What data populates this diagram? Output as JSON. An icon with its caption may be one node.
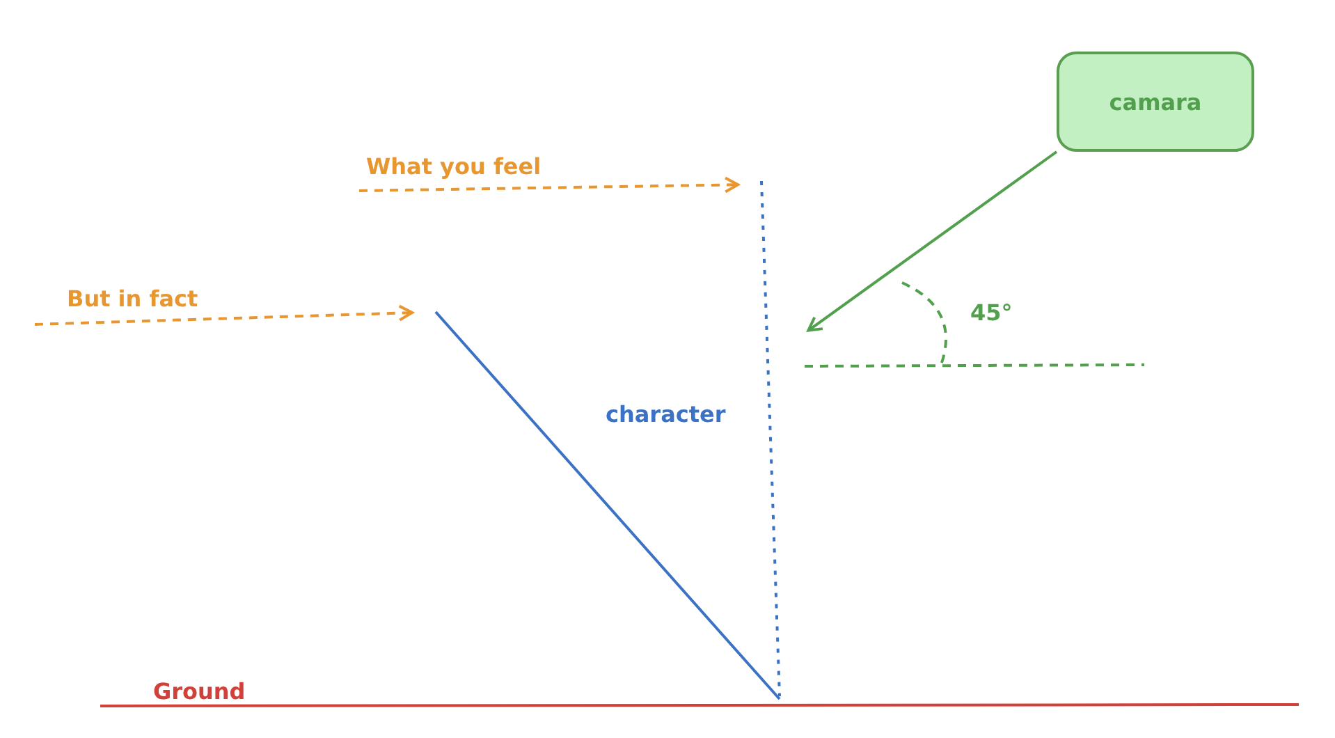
{
  "diagram": {
    "nodes": [
      {
        "text": [
          "camara"
        ]
      },
      {
        "text": [],
        "shape": "line"
      },
      {
        "text": [],
        "shape": "line"
      }
    ],
    "edges": [
      {
        "from": 0,
        "to": 1,
        "arrow": "to",
        "color": "#52a04e"
      },
      {
        "from": null,
        "to": 1,
        "arrow": "to",
        "style": "dashed",
        "label": "What you feel"
      },
      {
        "from": null,
        "to": 2,
        "arrow": "to",
        "style": "dashed",
        "label": "But in fact"
      }
    ],
    "labels": [
      "45°",
      "character",
      "Ground"
    ]
  }
}
